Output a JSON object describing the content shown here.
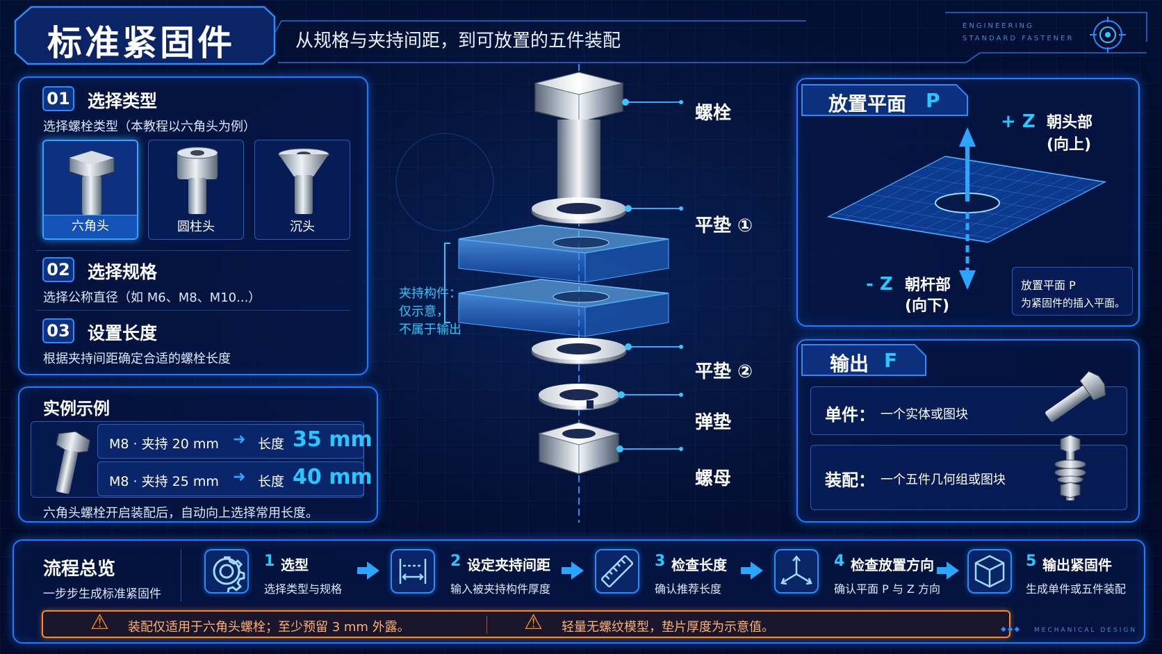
{
  "header": {
    "title": "标准紧固件",
    "subtitle": "从规格与夹持间距，到可放置的五件装配",
    "eng_line1": "ENGINEERING",
    "eng_line2": "STANDARD FASTENER"
  },
  "steps_panel": {
    "step1": {
      "num": "01",
      "title": "选择类型",
      "desc": "选择螺栓类型（本教程以六角头为例）"
    },
    "types": [
      {
        "label": "六角头",
        "selected": true
      },
      {
        "label": "圆柱头",
        "selected": false
      },
      {
        "label": "沉头",
        "selected": false
      }
    ],
    "step2": {
      "num": "02",
      "title": "选择规格",
      "desc": "选择公称直径（如 M6、M8、M10...）"
    },
    "step3": {
      "num": "03",
      "title": "设置长度",
      "desc": "根据夹持间距确定合适的螺栓长度"
    }
  },
  "example_panel": {
    "title": "实例示例",
    "rows": [
      {
        "spec": "M8 · 夹持 20 mm",
        "len_label": "长度",
        "len_value": "35 mm"
      },
      {
        "spec": "M8 · 夹持 25 mm",
        "len_label": "长度",
        "len_value": "40 mm"
      }
    ],
    "note": "六角头螺栓开启装配后，自动向上选择常用长度。"
  },
  "diagram": {
    "labels": {
      "bolt": "螺栓",
      "washer1": "平垫 ①",
      "washer2": "平垫 ②",
      "spring": "弹垫",
      "nut": "螺母"
    },
    "clamp_note": [
      "夹持构件：",
      "仅示意，",
      "不属于输出"
    ]
  },
  "plane_panel": {
    "title": "放置平面",
    "title_letter": "P",
    "plus_z": "+ Z",
    "plus_z_desc1": "朝头部",
    "plus_z_desc2": "(向上)",
    "minus_z": "- Z",
    "minus_z_desc1": "朝杆部",
    "minus_z_desc2": "(向下)",
    "note1": "放置平面 P",
    "note2": "为紧固件的插入平面。"
  },
  "output_panel": {
    "title": "输出",
    "title_letter": "F",
    "single_label": "单件：",
    "single_desc": "一个实体或图块",
    "assembly_label": "装配：",
    "assembly_desc": "一个五件几何组或图块"
  },
  "flow": {
    "title": "流程总览",
    "subtitle": "一步步生成标准紧固件",
    "steps": [
      {
        "num": "1",
        "title": "选型",
        "desc": "选择类型与规格",
        "icon": "gear-icon"
      },
      {
        "num": "2",
        "title": "设定夹持间距",
        "desc": "输入被夹持构件厚度",
        "icon": "clamp-gap-icon"
      },
      {
        "num": "3",
        "title": "检查长度",
        "desc": "确认推荐长度",
        "icon": "ruler-icon"
      },
      {
        "num": "4",
        "title": "检查放置方向",
        "desc": "确认平面 P 与 Z 方向",
        "icon": "axes-icon"
      },
      {
        "num": "5",
        "title": "输出紧固件",
        "desc": "生成单件或五件装配",
        "icon": "cube-icon"
      }
    ],
    "warnings": [
      "装配仅适用于六角头螺栓；至少预留 3 mm 外露。",
      "轻量无螺纹模型，垫片厚度为示意值。"
    ],
    "footer_tag": "MECHANICAL DESIGN"
  },
  "colors": {
    "accent": "#1f7bff",
    "cyan": "#27c8ff",
    "warning": "#ff8a1f"
  }
}
